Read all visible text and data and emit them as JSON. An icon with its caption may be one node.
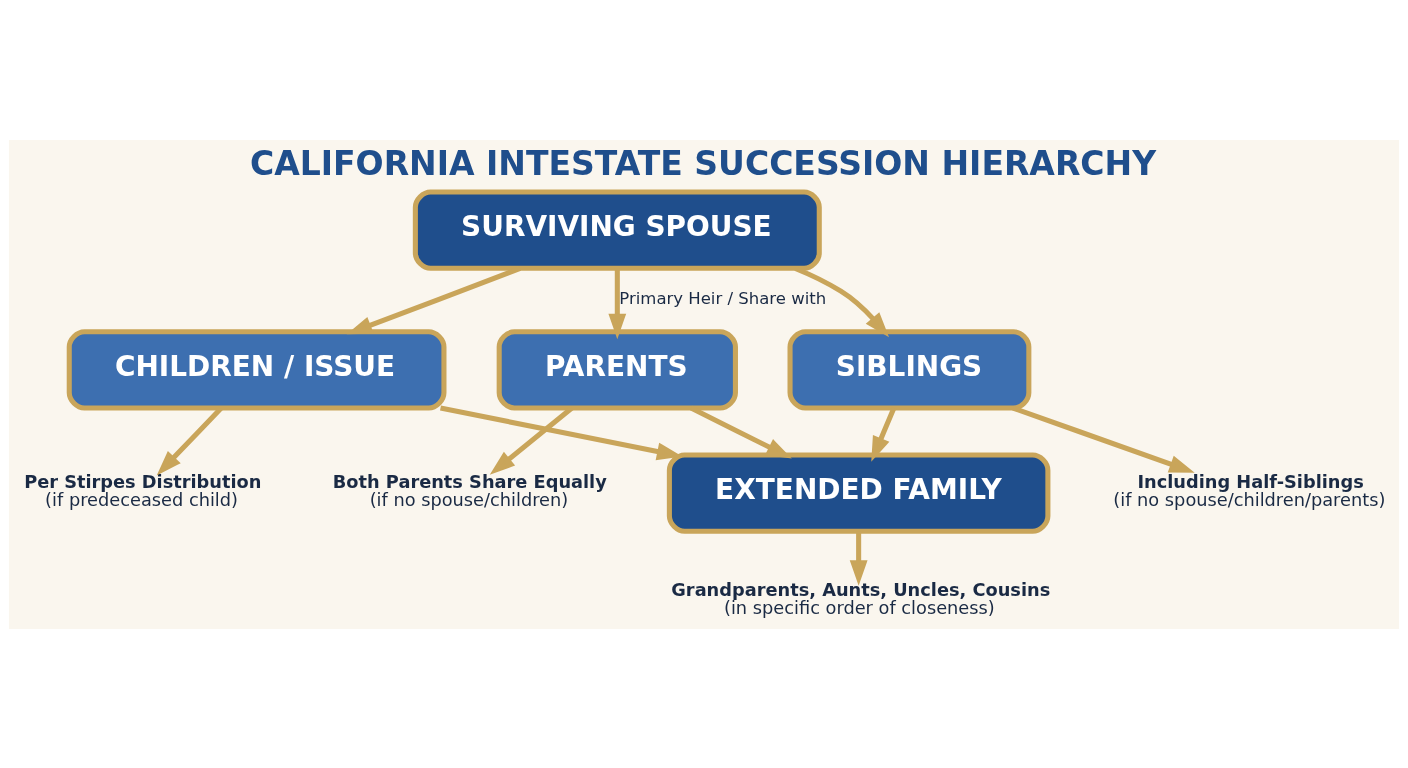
{
  "diagram": {
    "title": "CALIFORNIA INTESTATE SUCCESSION HIERARCHY",
    "nodes": [
      {
        "text": [
          "SURVIVING SPOUSE"
        ]
      },
      {
        "text": [
          "CHILDREN / ISSUE"
        ]
      },
      {
        "text": [
          "PARENTS"
        ]
      },
      {
        "text": [
          "SIBLINGS"
        ]
      },
      {
        "text": [
          "Per Stirpes Distribution",
          "(if predeceased child)"
        ]
      },
      {
        "text": [
          "Both Parents Share Equally",
          "(if no spouse/children)"
        ]
      },
      {
        "text": [
          "Including Half-Siblings",
          "(if no spouse/children/parents)"
        ]
      },
      {
        "text": [
          "EXTENDED FAMILY"
        ]
      },
      {
        "text": [
          "Grandparents, Aunts, Uncles, Cousins",
          "(in specific order of closeness)"
        ]
      }
    ],
    "edges": [
      {
        "from": 0,
        "to": 1,
        "arrow": "to"
      },
      {
        "from": 0,
        "to": 2,
        "arrow": "to",
        "label": "Primary Heir / Share with"
      },
      {
        "from": 0,
        "to": 3,
        "arrow": "to"
      },
      {
        "from": 1,
        "to": 4,
        "arrow": "to"
      },
      {
        "from": 2,
        "to": 5,
        "arrow": "to"
      },
      {
        "from": 3,
        "to": 6,
        "arrow": "to"
      },
      {
        "from": 1,
        "to": 7,
        "arrow": "to"
      },
      {
        "from": 2,
        "to": 7,
        "arrow": "to"
      },
      {
        "from": 3,
        "to": 7,
        "arrow": "to"
      },
      {
        "from": 7,
        "to": 8,
        "arrow": "to"
      }
    ]
  }
}
